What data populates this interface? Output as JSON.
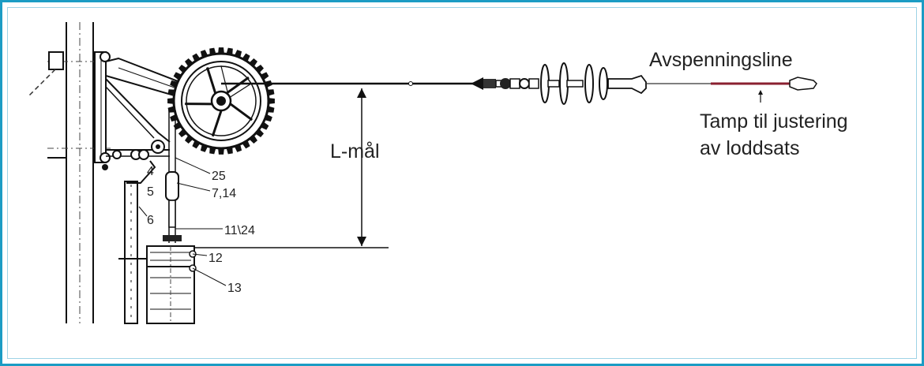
{
  "diagram": {
    "labels": {
      "avspenningsline": "Avspenningsline",
      "tamp_line1": "Tamp til justering",
      "tamp_line2": "av loddsats",
      "l_maal": "L-mål"
    },
    "part_numbers": {
      "p4": "4",
      "p5": "5",
      "p6": "6",
      "p25": "25",
      "p7_14": "7,14",
      "p11_24": "11\\24",
      "p12": "12",
      "p13": "13"
    },
    "colors": {
      "frame": "#1b9cc4",
      "line": "#111111",
      "tamp": "#8a2030"
    }
  }
}
